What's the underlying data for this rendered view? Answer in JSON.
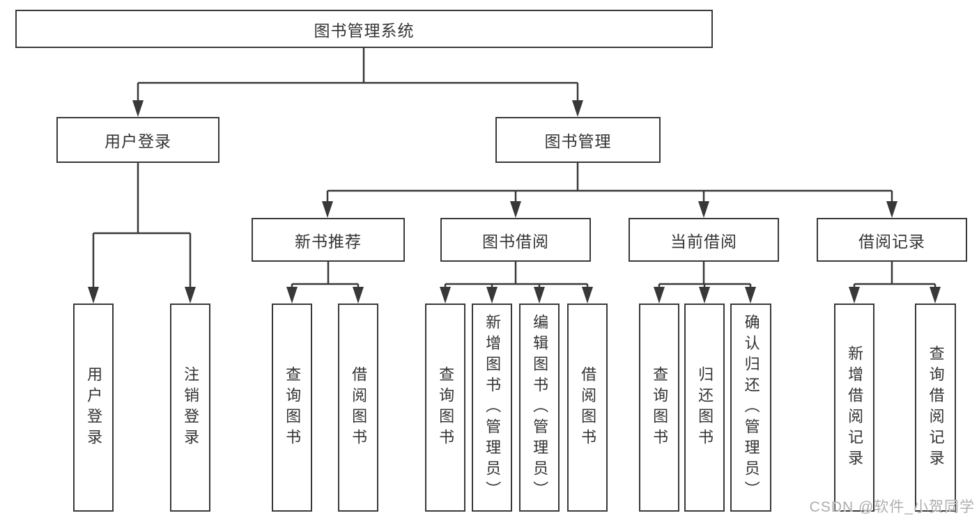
{
  "diagram": {
    "root": {
      "label": "图书管理系统"
    },
    "level2": [
      {
        "label": "用户登录"
      },
      {
        "label": "图书管理"
      }
    ],
    "level3": [
      {
        "label": "新书推荐"
      },
      {
        "label": "图书借阅"
      },
      {
        "label": "当前借阅"
      },
      {
        "label": "借阅记录"
      }
    ],
    "leaves": [
      {
        "label": "用户登录"
      },
      {
        "label": "注销登录"
      },
      {
        "label": "查询图书"
      },
      {
        "label": "借阅图书"
      },
      {
        "label": "查询图书"
      },
      {
        "label": "新增图书（管理员）"
      },
      {
        "label": "编辑图书（管理员）"
      },
      {
        "label": "借阅图书"
      },
      {
        "label": "查询图书"
      },
      {
        "label": "归还图书"
      },
      {
        "label": "确认归还（管理员）"
      },
      {
        "label": "新增借阅记录"
      },
      {
        "label": "查询借阅记录"
      }
    ]
  },
  "watermark": {
    "text": "CSDN @软件_小贺同学"
  },
  "colors": {
    "line": "#383838",
    "box_border": "#383838",
    "text": "#333333",
    "background": "#ffffff",
    "watermark": "#a8a8a8"
  }
}
